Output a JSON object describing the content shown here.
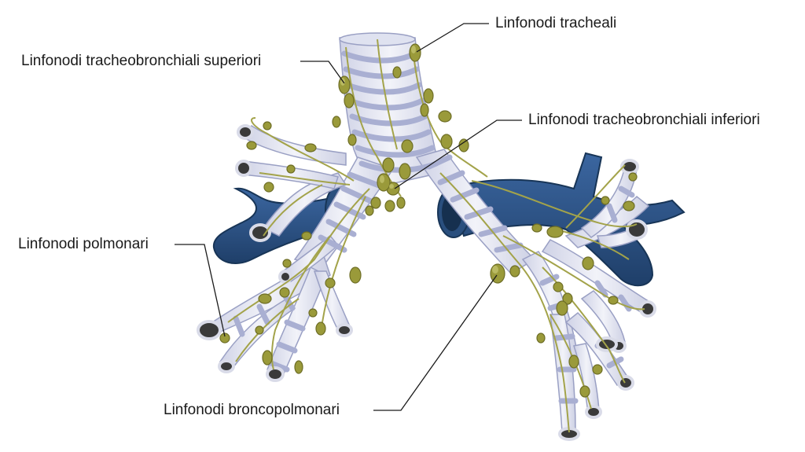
{
  "labels": {
    "tracheali": "Linfonodi tracheali",
    "tracheobronchiali_superiori": "Linfonodi tracheobronchiali superiori",
    "tracheobronchiali_inferiori": "Linfonodi tracheobronchiali inferiori",
    "polmonari": "Linfonodi polmonari",
    "broncopolmonari": "Linfonodi broncopolmonari"
  },
  "colors": {
    "airway": "#e4e6f1",
    "cartilage": "#a9afd2",
    "airway_shadow": "#c6c9de",
    "vessel": "#2d5586",
    "vessel_dark": "#1c3a61",
    "lymph_node": "#9a9a3a",
    "lymph_node_light": "#c1c168",
    "lymph_vessel": "#a3a34a",
    "leader_line": "#1a1a1a",
    "text": "#1a1a1a"
  }
}
